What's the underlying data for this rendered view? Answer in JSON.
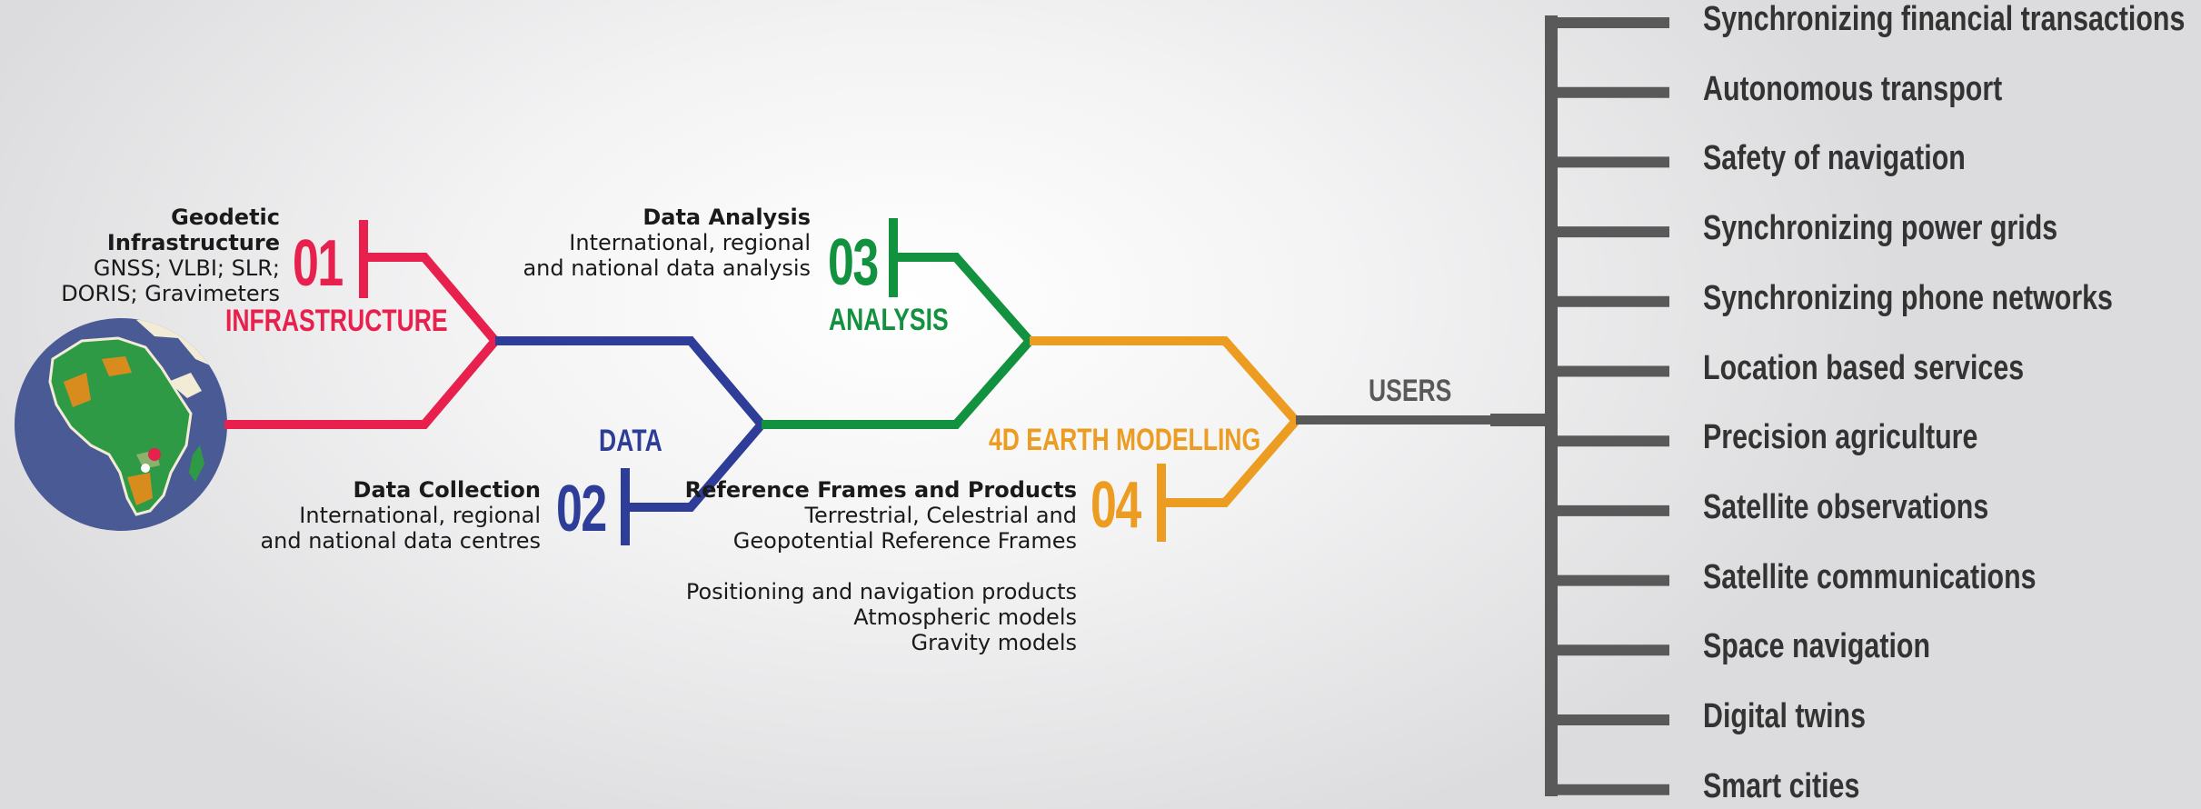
{
  "colors": {
    "infrastructure": "#e8204d",
    "data": "#2e3d98",
    "analysis": "#12913e",
    "modelling": "#ec9c21",
    "users": "#595959",
    "ocean": "#4a5a95",
    "land": "#2f9a45"
  },
  "globe": {
    "icon": "globe-africa-icon"
  },
  "stages": [
    {
      "id": "infrastructure",
      "number": "01",
      "title": "INFRASTRUCTURE",
      "heading": "Geodetic Infrastructure",
      "lines": [
        "GNSS; VLBI; SLR;",
        "DORIS; Gravimeters"
      ]
    },
    {
      "id": "data",
      "number": "02",
      "title": "DATA",
      "heading": "Data Collection",
      "lines": [
        "International, regional",
        "and national data centres"
      ]
    },
    {
      "id": "analysis",
      "number": "03",
      "title": "ANALYSIS",
      "heading": "Data Analysis",
      "lines": [
        "International, regional",
        "and national data analysis"
      ]
    },
    {
      "id": "modelling",
      "number": "04",
      "title": "4D EARTH MODELLING",
      "heading": "Reference Frames and Products",
      "lines": [
        "Terrestrial, Celestrial and",
        "Geopotential Reference Frames"
      ],
      "extra_lines": [
        "Positioning and navigation products",
        "Atmospheric models",
        "Gravity models"
      ]
    }
  ],
  "users": {
    "label": "USERS",
    "items": [
      "Synchronizing financial transactions",
      "Autonomous transport",
      "Safety of navigation",
      "Synchronizing power grids",
      "Synchronizing phone networks",
      "Location based services",
      "Precision agriculture",
      "Satellite observations",
      "Satellite communications",
      "Space navigation",
      "Digital twins",
      "Smart cities"
    ]
  }
}
